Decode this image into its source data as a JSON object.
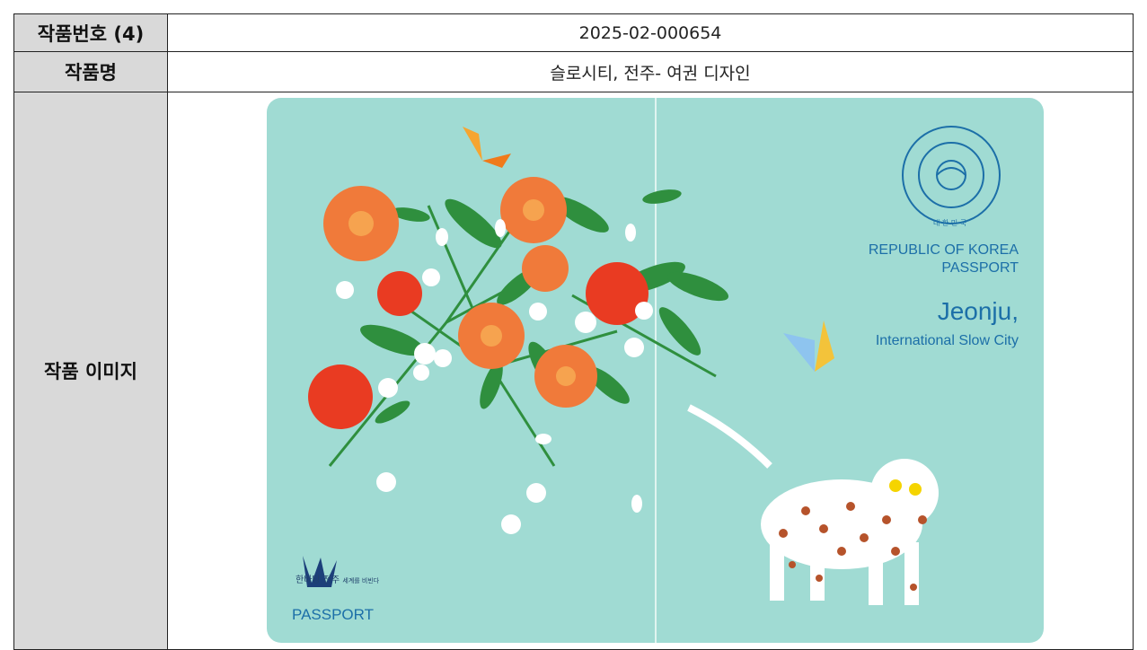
{
  "rows": [
    {
      "label": "작품번호 (4)",
      "value": "2025-02-000654"
    },
    {
      "label": "작품명",
      "value": "슬로시티, 전주- 여권 디자인"
    },
    {
      "label": "작품 이미지"
    }
  ],
  "passport": {
    "republic_line1": "REPUBLIC OF KOREA",
    "republic_line2": "PASSPORT",
    "city": "Jeonju,",
    "subtitle": "International Slow City",
    "emblem_text": "대 한 민 국",
    "logo_text": "한바탕 전주",
    "logo_sub": "세계를 비빈다",
    "left_label": "PASSPORT"
  },
  "colors": {
    "cover": "#a0dbd3",
    "text_blue": "#1c6fa8",
    "flower_orange": "#f07a3a",
    "flower_red": "#e93b22",
    "leaf": "#2f8f3e",
    "header_gray": "#d9d9d9"
  }
}
